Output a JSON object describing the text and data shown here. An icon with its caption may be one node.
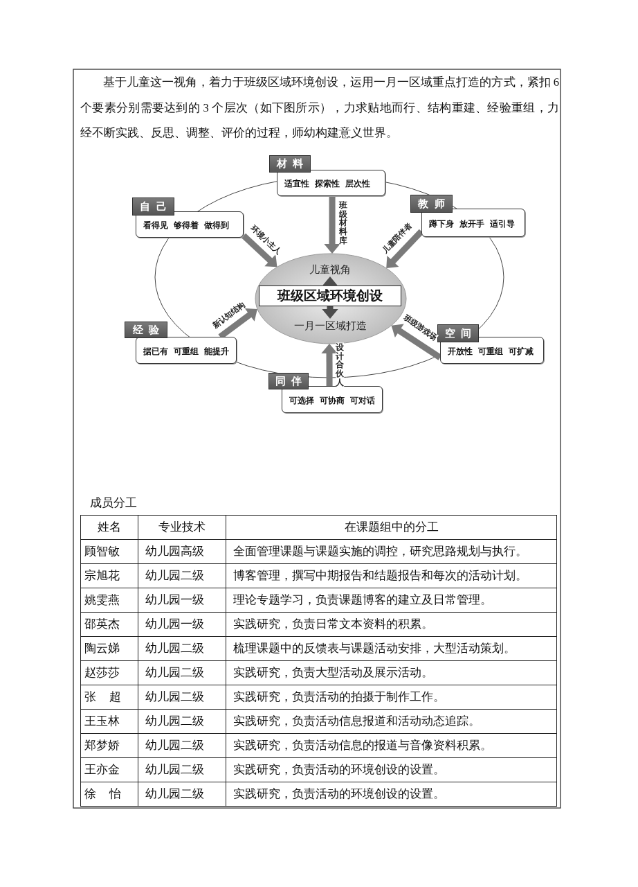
{
  "diagram": {
    "nodes": [
      {
        "text": [
          "材 料"
        ]
      },
      {
        "text": [
          "适宜性 探索性 层次性"
        ]
      },
      {
        "text": [
          "自 己"
        ]
      },
      {
        "text": [
          "看得见 够得着 做得到"
        ]
      },
      {
        "text": [
          "教 师"
        ]
      },
      {
        "text": [
          "蹲下身 放开手 适引导"
        ]
      },
      {
        "text": [],
        "shape": "circle"
      },
      {
        "text": [
          "儿童视角"
        ],
        "in": 6
      },
      {
        "text": [
          "班级区域环境创设"
        ],
        "in": 6
      },
      {
        "text": [
          "一月一区域打造"
        ],
        "in": 6
      },
      {
        "text": [
          "经 验"
        ]
      },
      {
        "text": [
          "据已有 可重组 能提升"
        ]
      },
      {
        "text": [
          "空 间"
        ]
      },
      {
        "text": [
          "开放性 可重组 可扩减"
        ]
      },
      {
        "text": [
          "同 伴"
        ]
      },
      {
        "text": [
          "可选择 可协商 可对话"
        ]
      }
    ],
    "edges": [
      {
        "from": 1,
        "to": 6,
        "arrow": "to",
        "label": "班级材料库"
      },
      {
        "from": 3,
        "to": 6,
        "arrow": "to",
        "label": "环境小主人"
      },
      {
        "from": 5,
        "to": 6,
        "arrow": "to",
        "label": "儿童陪伴者"
      },
      {
        "from": 8,
        "to": 7,
        "arrow": "to",
        "color": "#4d4d4d"
      },
      {
        "from": 8,
        "to": 9,
        "arrow": "to",
        "color": "#4d4d4d"
      },
      {
        "from": 11,
        "to": 6,
        "arrow": "to",
        "label": "新认知结构"
      },
      {
        "from": 13,
        "to": 6,
        "arrow": "to",
        "label": "班级游戏场"
      },
      {
        "from": 15,
        "to": 6,
        "arrow": "to",
        "label": "设计合伙人"
      }
    ],
    "labels": [
      "基于儿童这一视角，着力于班级区域环境创设，运用一月一区域重点打造的方式，紧扣 6 个要素分别需要达到的 3 个层次（如下图所示），力求贴地而行、结构重建、经验重组，力经不断实践、反思、调整、评价的过程，师幼构建意义世界。",
      "成员分工",
      "姓名",
      "专业技术",
      "在课题组中的分工",
      "顾智敏",
      "幼儿园高级",
      "全面管理课题与课题实施的调控，研究思路规划与执行。",
      "宗旭花",
      "幼儿园二级",
      "博客管理，撰写中期报告和结题报告和每次的活动计划。",
      "姚雯燕",
      "幼儿园一级",
      "理论专题学习，负责课题博客的建立及日常管理。",
      "邵英杰",
      "幼儿园一级",
      "实践研究，负责日常文本资料的积累。",
      "陶云娣",
      "幼儿园二级",
      "梳理课题中的反馈表与课题活动安排，大型活动策划。",
      "赵莎莎",
      "幼儿园二级",
      "实践研究，负责大型活动及展示活动。",
      "张 超",
      "幼儿园二级",
      "实践研究，负责活动的拍摄于制作工作。",
      "王玉林",
      "幼儿园二级",
      "实践研究，负责活动信息报道和活动动态追踪。",
      "郑梦娇",
      "幼儿园二级",
      "实践研究，负责活动信息的报道与音像资料积累。",
      "王亦金",
      "幼儿园二级",
      "实践研究，负责活动的环境创设的设置。",
      "徐 怡",
      "幼儿园二级",
      "实践研究，负责活动的环境创设的设置。"
    ]
  }
}
